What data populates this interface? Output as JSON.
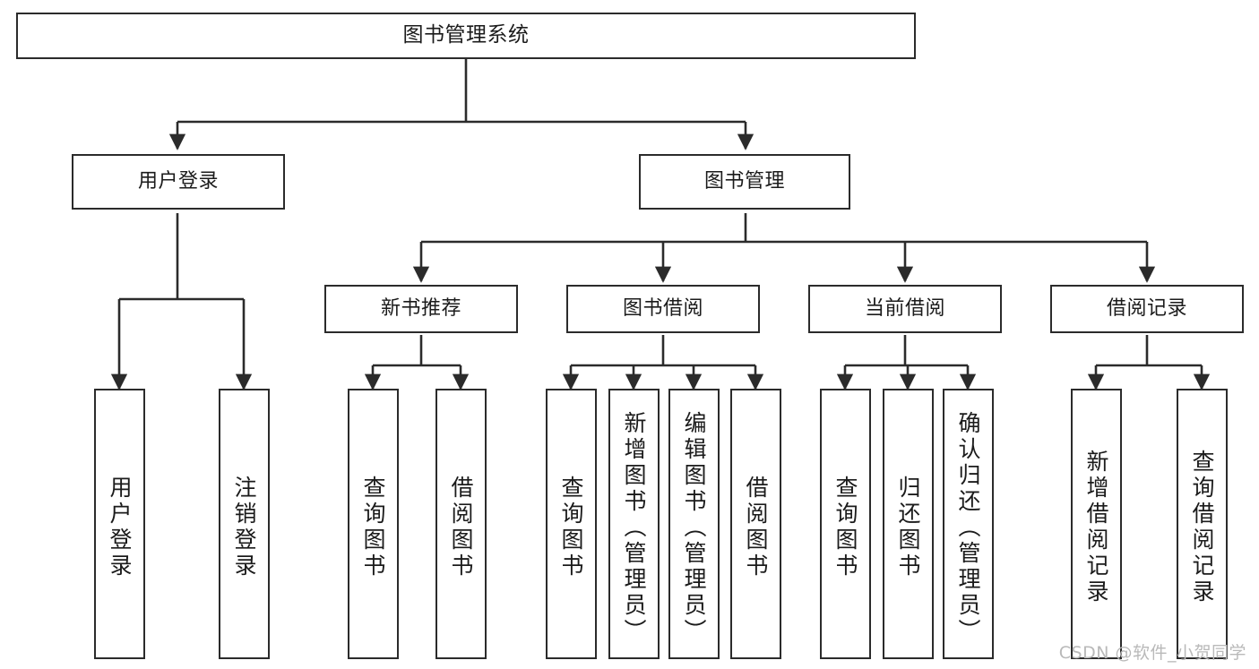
{
  "diagram": {
    "title": "图书管理系统",
    "watermark": "CSDN @软件_小贺同学",
    "colors": {
      "background": "#ffffff",
      "stroke": "#2b2b2b",
      "text": "#1b1b1b",
      "watermark": "#b9b9b9"
    },
    "levels": {
      "root": {
        "label": "图书管理系统"
      },
      "level2": [
        {
          "label": "用户登录"
        },
        {
          "label": "图书管理"
        }
      ],
      "level3": [
        {
          "label": "新书推荐"
        },
        {
          "label": "图书借阅"
        },
        {
          "label": "当前借阅"
        },
        {
          "label": "借阅记录"
        }
      ],
      "level4": [
        {
          "label": "用户登录",
          "parent": "用户登录"
        },
        {
          "label": "注销登录",
          "parent": "用户登录"
        },
        {
          "label": "查询图书",
          "parent": "新书推荐"
        },
        {
          "label": "借阅图书",
          "parent": "新书推荐"
        },
        {
          "label": "查询图书",
          "parent": "图书借阅"
        },
        {
          "label": "新增图书（管理员）",
          "parent": "图书借阅"
        },
        {
          "label": "编辑图书（管理员）",
          "parent": "图书借阅"
        },
        {
          "label": "借阅图书",
          "parent": "图书借阅"
        },
        {
          "label": "查询图书",
          "parent": "当前借阅"
        },
        {
          "label": "归还图书",
          "parent": "当前借阅"
        },
        {
          "label": "确认归还（管理员）",
          "parent": "当前借阅"
        },
        {
          "label": "新增借阅记录",
          "parent": "借阅记录"
        },
        {
          "label": "查询借阅记录",
          "parent": "借阅记录"
        }
      ]
    }
  }
}
